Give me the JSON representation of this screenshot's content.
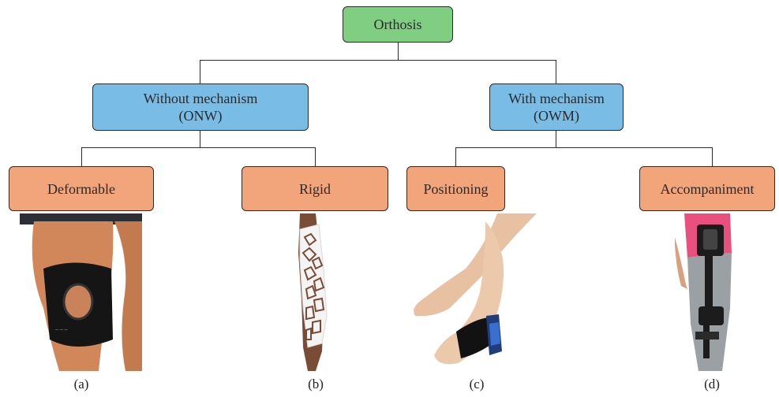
{
  "root": {
    "label": "Orthosis"
  },
  "categories": [
    {
      "line1": "Without mechanism",
      "line2": "(ONW)"
    },
    {
      "line1": "With mechanism",
      "line2": "(OWM)"
    }
  ],
  "subtypes": [
    "Deformable",
    "Rigid",
    "Positioning",
    "Accompaniment"
  ],
  "captions": [
    "(a)",
    "(b)",
    "(c)",
    "(d)"
  ],
  "colors": {
    "root": "#7fce82",
    "category": "#79bde6",
    "subtype": "#f2a47b"
  },
  "images": [
    "knee-sleeve-photo",
    "lattice-arm-cast-photo",
    "bunion-splint-foot-photo",
    "hip-knee-brace-photo"
  ]
}
